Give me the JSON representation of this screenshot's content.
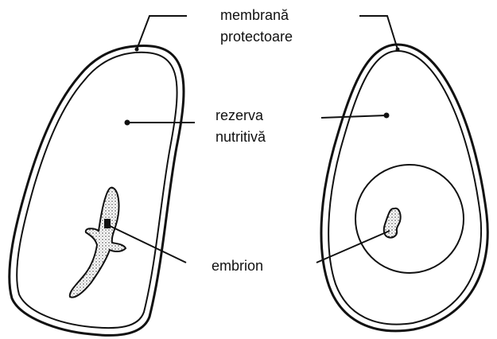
{
  "labels": {
    "membrane_line1": "membrană",
    "membrane_line2": "protectoare",
    "reserve_line1": "rezerva",
    "reserve_line2": "nutritivă",
    "embryo": "embrion"
  },
  "colors": {
    "ink": "#111111",
    "background": "#ffffff"
  }
}
